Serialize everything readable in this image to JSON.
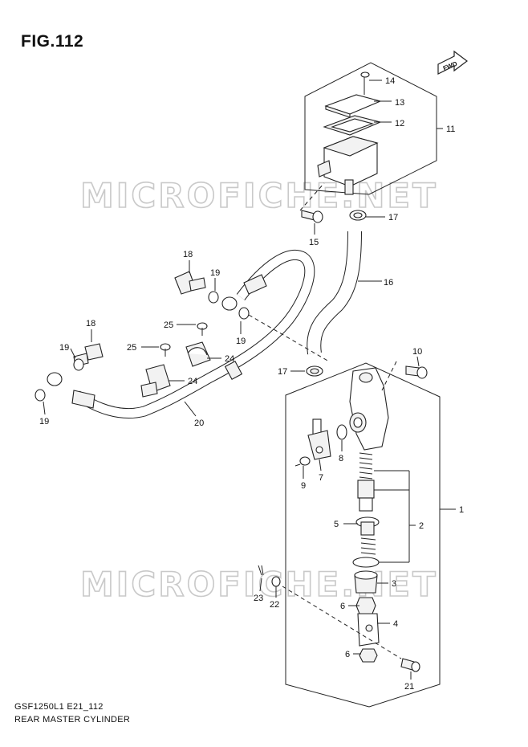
{
  "figure": {
    "title": "FIG.112",
    "model_code": "GSF1250L1 E21_112",
    "name": "REAR MASTER CYLINDER",
    "direction_badge": "FWD",
    "watermark": "MICROFICHE.NET"
  },
  "callouts": [
    {
      "id": "c14",
      "label": "14"
    },
    {
      "id": "c13",
      "label": "13"
    },
    {
      "id": "c12",
      "label": "12"
    },
    {
      "id": "c11",
      "label": "11"
    },
    {
      "id": "c17a",
      "label": "17"
    },
    {
      "id": "c15",
      "label": "15"
    },
    {
      "id": "c18a",
      "label": "18"
    },
    {
      "id": "c19a",
      "label": "19"
    },
    {
      "id": "c16",
      "label": "16"
    },
    {
      "id": "c25a",
      "label": "25"
    },
    {
      "id": "c19b",
      "label": "19"
    },
    {
      "id": "c18b",
      "label": "18"
    },
    {
      "id": "c25b",
      "label": "25"
    },
    {
      "id": "c24a",
      "label": "24"
    },
    {
      "id": "c19c",
      "label": "19"
    },
    {
      "id": "c24b",
      "label": "24"
    },
    {
      "id": "c10",
      "label": "10"
    },
    {
      "id": "c17b",
      "label": "17"
    },
    {
      "id": "c19d",
      "label": "19"
    },
    {
      "id": "c20",
      "label": "20"
    },
    {
      "id": "c8",
      "label": "8"
    },
    {
      "id": "c9",
      "label": "9"
    },
    {
      "id": "c7",
      "label": "7"
    },
    {
      "id": "c1",
      "label": "1"
    },
    {
      "id": "c5",
      "label": "5"
    },
    {
      "id": "c2",
      "label": "2"
    },
    {
      "id": "c3",
      "label": "3"
    },
    {
      "id": "c23",
      "label": "23"
    },
    {
      "id": "c22",
      "label": "22"
    },
    {
      "id": "c6a",
      "label": "6"
    },
    {
      "id": "c4",
      "label": "4"
    },
    {
      "id": "c6b",
      "label": "6"
    },
    {
      "id": "c21",
      "label": "21"
    }
  ]
}
